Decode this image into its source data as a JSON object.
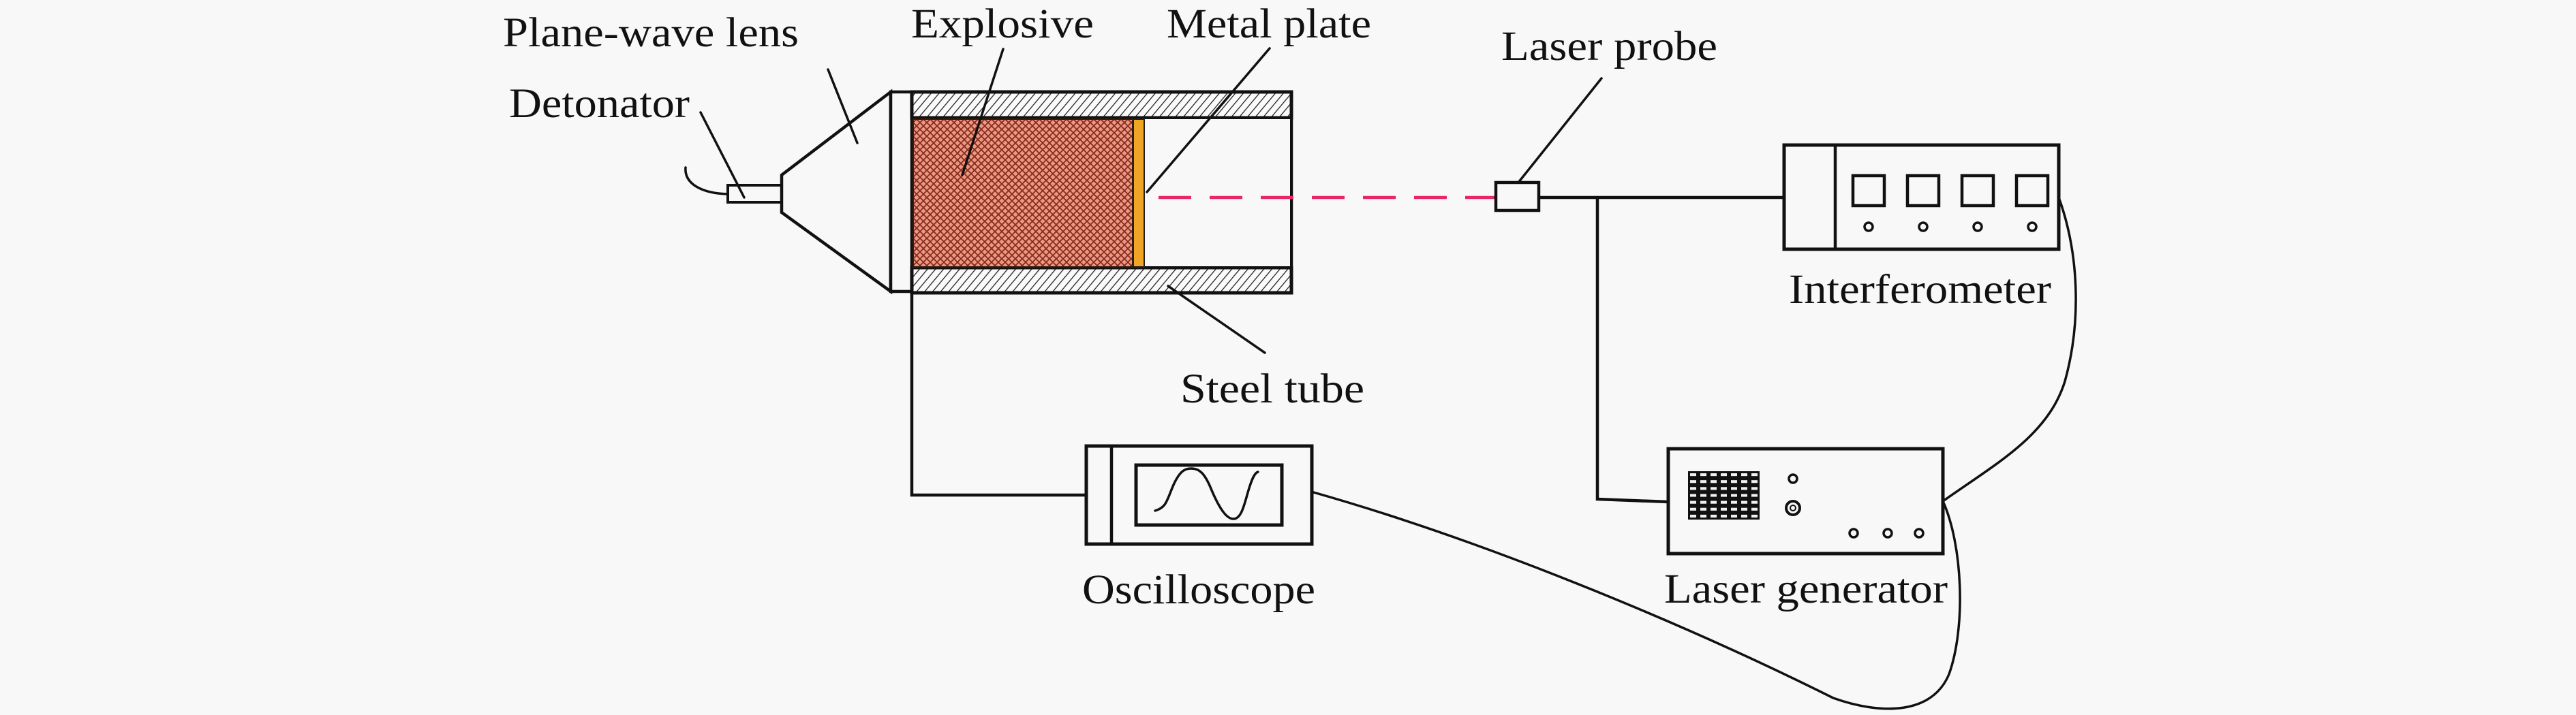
{
  "figure": {
    "type": "experimental setup schematic",
    "background_color": "#f8f8f8"
  },
  "labels": {
    "plane_wave_lens": "Plane-wave lens",
    "detonator": "Detonator",
    "explosive": "Explosive",
    "metal_plate": "Metal plate",
    "laser_probe": "Laser probe",
    "interferometer": "Interferometer",
    "steel_tube": "Steel tube",
    "oscilloscope": "Oscilloscope",
    "laser_generator": "Laser generator"
  },
  "colors": {
    "line": "#111111",
    "explosive_fill": "#e89a86",
    "explosive_hatch": "#8a2a1a",
    "metal_plate": "#f0a526",
    "laser_beam": "#e8266a",
    "steel_hatch": "#222222"
  },
  "components": {
    "interferometer": {
      "display_count": 4,
      "knob_count": 4
    },
    "laser_generator": {
      "grid_rows": 7,
      "grid_cols": 7,
      "knob_count": 3
    }
  },
  "connections": [
    {
      "from": "metal_plate",
      "to": "laser_probe",
      "kind": "laser-beam-dashed"
    },
    {
      "from": "laser_probe",
      "to": "interferometer",
      "kind": "cable"
    },
    {
      "from": "laser_probe",
      "to": "laser_generator",
      "kind": "cable"
    },
    {
      "from": "plane_wave_lens",
      "to": "oscilloscope",
      "kind": "cable"
    },
    {
      "from": "interferometer",
      "to": "laser_generator",
      "kind": "cable"
    },
    {
      "from": "laser_generator",
      "to": "oscilloscope",
      "kind": "cable"
    }
  ]
}
